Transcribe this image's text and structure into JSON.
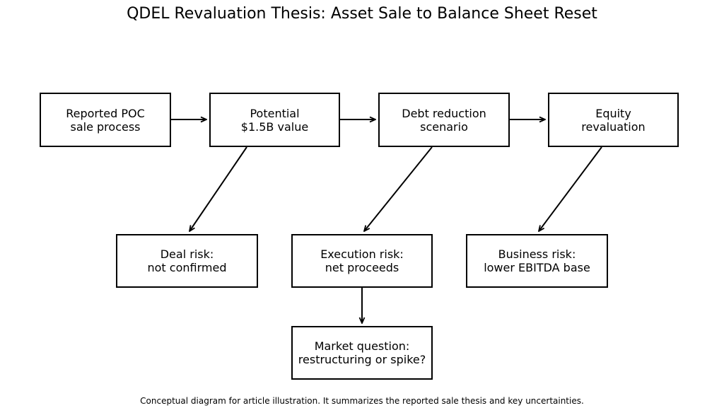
{
  "title": "QDEL Revaluation Thesis: Asset Sale to Balance Sheet Reset",
  "nodes": {
    "reported_poc": [
      "Reported POC",
      "sale process"
    ],
    "potential_value": [
      "Potential",
      "$1.5B value"
    ],
    "debt_reduction": [
      "Debt reduction",
      "scenario"
    ],
    "equity_revaluation": [
      "Equity",
      "revaluation"
    ],
    "deal_risk": [
      "Deal risk:",
      "not confirmed"
    ],
    "execution_risk": [
      "Execution risk:",
      "net proceeds"
    ],
    "business_risk": [
      "Business risk:",
      "lower EBITDA base"
    ],
    "market_question": [
      "Market question:",
      "restructuring or spike?"
    ]
  },
  "caption": "Conceptual diagram for article illustration. It summarizes the reported sale thesis and key uncertainties."
}
